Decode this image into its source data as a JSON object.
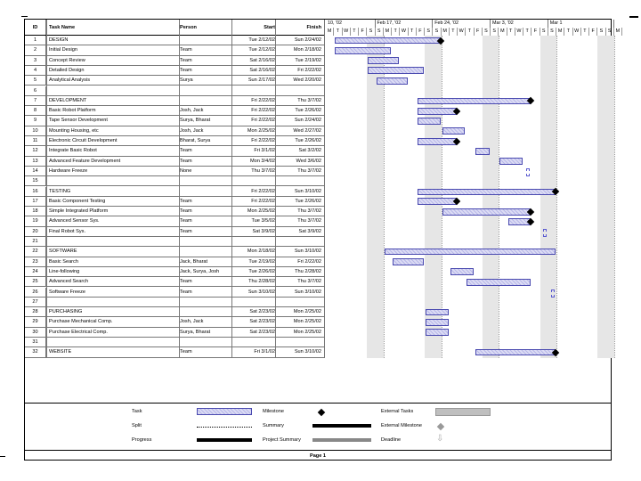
{
  "columns": {
    "id": "ID",
    "task": "Task Name",
    "person": "Person",
    "start": "Start",
    "finish": "Finish"
  },
  "tasks": [
    {
      "id": "1",
      "task": "DESIGN",
      "person": "",
      "start": "Tue 2/12/02",
      "finish": "Sun 2/24/02",
      "summary": true
    },
    {
      "id": "2",
      "task": "Initial Design",
      "person": "Team",
      "start": "Tue 2/12/02",
      "finish": "Mon 2/18/02"
    },
    {
      "id": "3",
      "task": "Concept Review",
      "person": "Team",
      "start": "Sat 2/16/02",
      "finish": "Tue 2/19/02"
    },
    {
      "id": "4",
      "task": "Detailed Design",
      "person": "Team",
      "start": "Sat 2/16/02",
      "finish": "Fri 2/22/02"
    },
    {
      "id": "5",
      "task": "Analytical Analysis",
      "person": "Surya",
      "start": "Sun 2/17/02",
      "finish": "Wed 2/20/02"
    },
    {
      "id": "6",
      "task": "",
      "person": "",
      "start": "",
      "finish": ""
    },
    {
      "id": "7",
      "task": "DEVELOPMENT",
      "person": "",
      "start": "Fri 2/22/02",
      "finish": "Thu 3/7/02",
      "summary": true
    },
    {
      "id": "8",
      "task": "Basic Robot Platform",
      "person": "Josh, Jack",
      "start": "Fri 2/22/02",
      "finish": "Tue 2/26/02"
    },
    {
      "id": "9",
      "task": "Tape Sensor Development",
      "person": "Surya, Bharat",
      "start": "Fri 2/22/02",
      "finish": "Sun 2/24/02"
    },
    {
      "id": "10",
      "task": "Mounting Housing, etc",
      "person": "Josh, Jack",
      "start": "Mon 2/25/02",
      "finish": "Wed 2/27/02"
    },
    {
      "id": "11",
      "task": "Electronic Circuit Development",
      "person": "Bharat, Surya",
      "start": "Fri 2/22/02",
      "finish": "Tue 2/26/02"
    },
    {
      "id": "12",
      "task": "Integrate Basic Robot",
      "person": "Team",
      "start": "Fri 3/1/02",
      "finish": "Sat 3/2/02"
    },
    {
      "id": "13",
      "task": "Advanced Feature Development",
      "person": "Team",
      "start": "Mon 3/4/02",
      "finish": "Wed 3/6/02"
    },
    {
      "id": "14",
      "task": "Hardware Freeze",
      "person": "None",
      "start": "Thu 3/7/02",
      "finish": "Thu 3/7/02"
    },
    {
      "id": "15",
      "task": "",
      "person": "",
      "start": "",
      "finish": ""
    },
    {
      "id": "16",
      "task": "TESTING",
      "person": "",
      "start": "Fri 2/22/02",
      "finish": "Sun 3/10/02",
      "summary": true
    },
    {
      "id": "17",
      "task": "Basic Component Testing",
      "person": "Team",
      "start": "Fri 2/22/02",
      "finish": "Tue 2/26/02"
    },
    {
      "id": "18",
      "task": "Simple Integrated Platform",
      "person": "Team",
      "start": "Mon 2/25/02",
      "finish": "Thu 3/7/02"
    },
    {
      "id": "19",
      "task": "Advanced Sensor Sys.",
      "person": "Team",
      "start": "Tue 3/5/02",
      "finish": "Thu 3/7/02"
    },
    {
      "id": "20",
      "task": "Final Robot Sys.",
      "person": "Team",
      "start": "Sat 3/9/02",
      "finish": "Sat 3/9/02"
    },
    {
      "id": "21",
      "task": "",
      "person": "",
      "start": "",
      "finish": ""
    },
    {
      "id": "22",
      "task": "SOFTWARE",
      "person": "",
      "start": "Mon 2/18/02",
      "finish": "Sun 3/10/02",
      "summary": true
    },
    {
      "id": "23",
      "task": "Basic Search",
      "person": "Jack, Bharat",
      "start": "Tue 2/19/02",
      "finish": "Fri 2/22/02"
    },
    {
      "id": "24",
      "task": "Line-following",
      "person": "Jack, Surya, Josh",
      "start": "Tue 2/26/02",
      "finish": "Thu 2/28/02"
    },
    {
      "id": "25",
      "task": "Advanced Search",
      "person": "Team",
      "start": "Thu 2/28/02",
      "finish": "Thu 3/7/02"
    },
    {
      "id": "26",
      "task": "Software Freeze",
      "person": "Team",
      "start": "Sun 3/10/02",
      "finish": "Sun 3/10/02"
    },
    {
      "id": "27",
      "task": "",
      "person": "",
      "start": "",
      "finish": ""
    },
    {
      "id": "28",
      "task": "PURCHASING",
      "person": "",
      "start": "Sat 2/23/02",
      "finish": "Mon 2/25/02",
      "summary": true
    },
    {
      "id": "29",
      "task": "Purchase Mechanical Comp.",
      "person": "Josh, Jack",
      "start": "Sat 2/23/02",
      "finish": "Mon 2/25/02"
    },
    {
      "id": "30",
      "task": "Purchase Electrical Comp.",
      "person": "Surya, Bharat",
      "start": "Sat 2/23/02",
      "finish": "Mon 2/25/02"
    },
    {
      "id": "31",
      "task": "",
      "person": "",
      "start": "",
      "finish": ""
    },
    {
      "id": "32",
      "task": "WEBSITE",
      "person": "Team",
      "start": "Fri 3/1/02",
      "finish": "Sun 3/10/02",
      "summary": true
    }
  ],
  "timeline": {
    "weeks": [
      "10, '02",
      "Feb 17, '02",
      "Feb 24, '02",
      "Mar 3, '02",
      "Mar 1"
    ],
    "days": [
      "M",
      "T",
      "W",
      "T",
      "F",
      "S",
      "S",
      "M",
      "T",
      "W",
      "T",
      "F",
      "S",
      "S",
      "M",
      "T",
      "W",
      "T",
      "F",
      "S",
      "S",
      "M",
      "T",
      "W",
      "T",
      "F",
      "S",
      "S",
      "M",
      "T",
      "W",
      "T",
      "F",
      "S",
      "S",
      "M"
    ]
  },
  "legend": {
    "task": "Task",
    "split": "Split",
    "progress": "Progress",
    "milestone": "Milestone",
    "summary": "Summary",
    "project_summary": "Project Summary",
    "external_tasks": "External Tasks",
    "external_milestone": "External Milestone",
    "deadline": "Deadline"
  },
  "footer": "Page 1",
  "colors": {
    "bar_fill": "#dcdcf4",
    "bar_border": "#4a4ab0",
    "weekend": "#e6e6e6"
  }
}
